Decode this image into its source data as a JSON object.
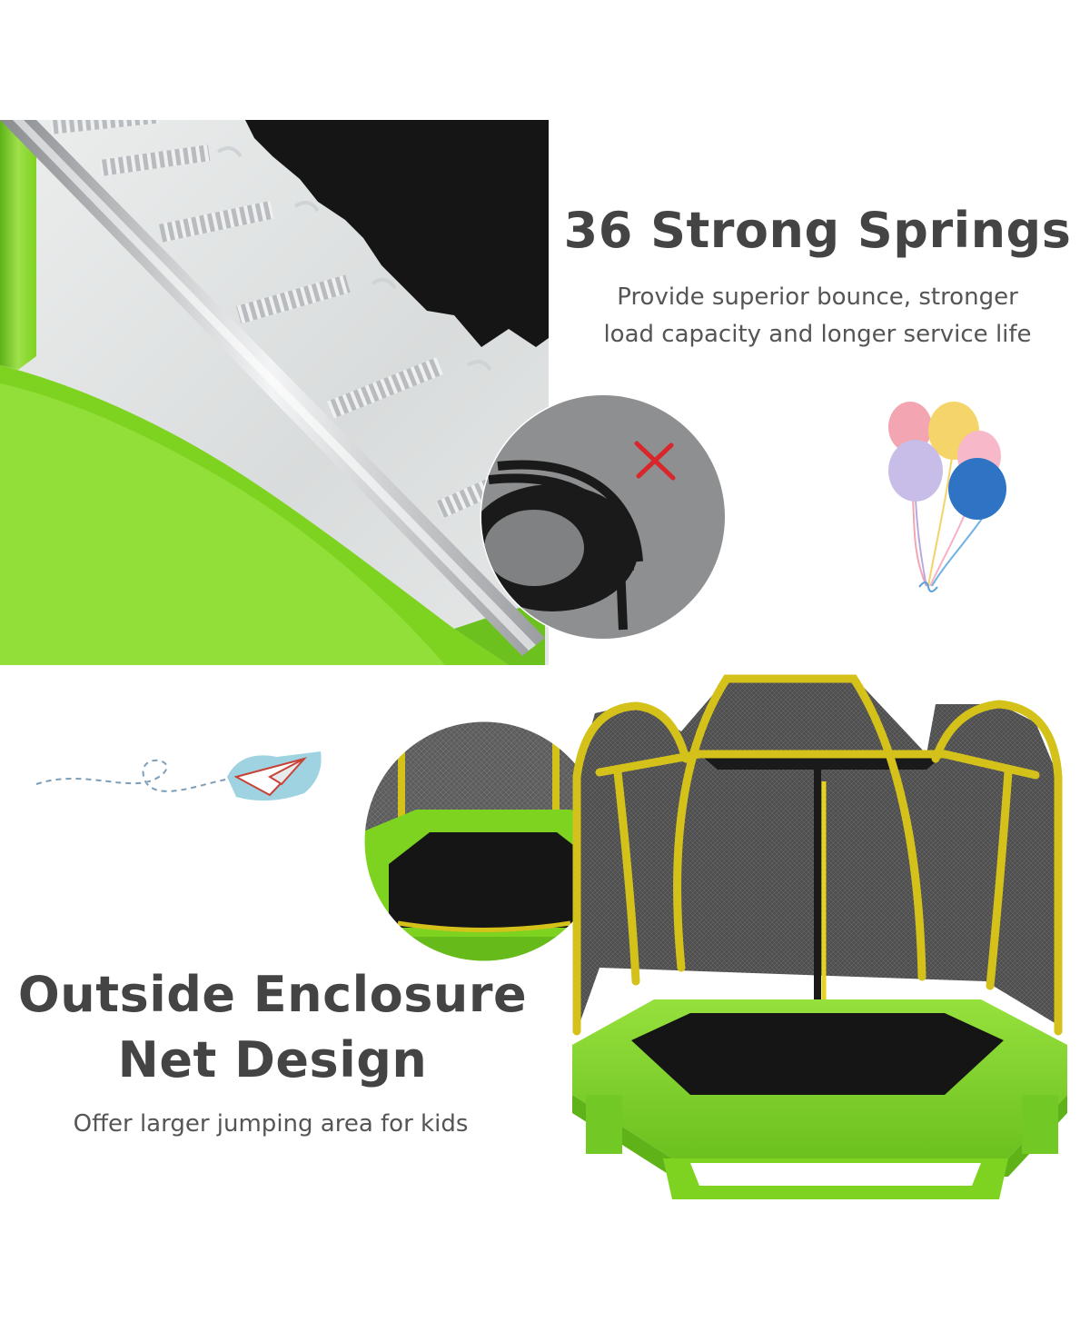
{
  "springs_section": {
    "heading": "36 Strong Springs",
    "description_line1": "Provide superior bounce, stronger",
    "description_line2": "load capacity and longer service life",
    "comparison_icon": "red-cross-icon"
  },
  "enclosure_section": {
    "heading_line1": "Outside Enclosure",
    "heading_line2": "Net Design",
    "description": "Offer larger jumping area for kids"
  },
  "colors": {
    "text": "#444444",
    "frame_green": "#7ed321",
    "pole_yellow": "#d4c21a",
    "mat_black": "#1c1c1c",
    "spring_silver": "#c9ccd0",
    "cross_red": "#d9262a"
  },
  "decorations": [
    "balloons-icon",
    "paper-airplane-icon"
  ]
}
